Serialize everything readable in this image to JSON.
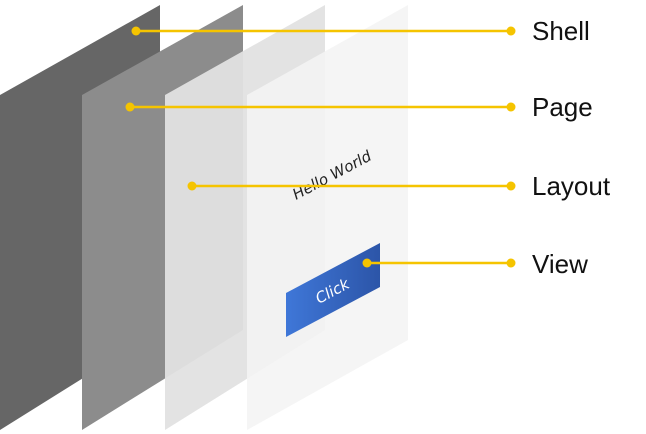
{
  "layers": [
    {
      "id": "shell",
      "label": "Shell",
      "color": "#666666"
    },
    {
      "id": "page",
      "label": "Page",
      "color": "#8c8c8c"
    },
    {
      "id": "layout",
      "label": "Layout",
      "color": "#e2e2e2"
    },
    {
      "id": "view",
      "label": "View",
      "color": "#f4f4f4"
    }
  ],
  "canvas": {
    "hello_text": "Hello World",
    "button_label": "Click"
  },
  "colors": {
    "connector": "#f5c400",
    "button_fill": "#3a6fd0"
  }
}
